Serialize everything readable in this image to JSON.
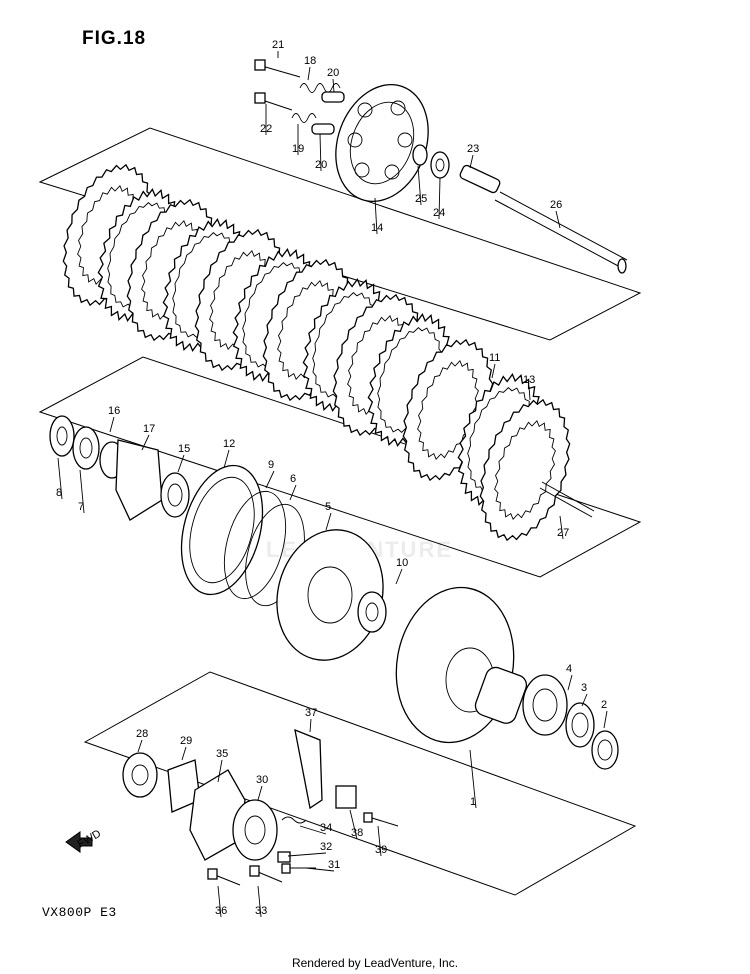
{
  "figure": {
    "title": "FIG.18",
    "model": "VX800P  E3",
    "footer": "Rendered by LeadVenture, Inc.",
    "watermark": "LEADVENTURE",
    "front_marker": "FWD"
  },
  "callouts": [
    {
      "id": "c21",
      "label": "21"
    },
    {
      "id": "c18",
      "label": "18"
    },
    {
      "id": "c20a",
      "label": "20"
    },
    {
      "id": "c22",
      "label": "22"
    },
    {
      "id": "c19",
      "label": "19"
    },
    {
      "id": "c20b",
      "label": "20"
    },
    {
      "id": "c23",
      "label": "23"
    },
    {
      "id": "c25",
      "label": "25"
    },
    {
      "id": "c24",
      "label": "24"
    },
    {
      "id": "c26",
      "label": "26"
    },
    {
      "id": "c14",
      "label": "14"
    },
    {
      "id": "c11",
      "label": "11"
    },
    {
      "id": "c13",
      "label": "13"
    },
    {
      "id": "c16",
      "label": "16"
    },
    {
      "id": "c17",
      "label": "17"
    },
    {
      "id": "c15",
      "label": "15"
    },
    {
      "id": "c12",
      "label": "12"
    },
    {
      "id": "c9",
      "label": "9"
    },
    {
      "id": "c6",
      "label": "6"
    },
    {
      "id": "c5",
      "label": "5"
    },
    {
      "id": "c8",
      "label": "8"
    },
    {
      "id": "c7",
      "label": "7"
    },
    {
      "id": "c27",
      "label": "27"
    },
    {
      "id": "c10",
      "label": "10"
    },
    {
      "id": "c4",
      "label": "4"
    },
    {
      "id": "c3",
      "label": "3"
    },
    {
      "id": "c2",
      "label": "2"
    },
    {
      "id": "c1",
      "label": "1"
    },
    {
      "id": "c37",
      "label": "37"
    },
    {
      "id": "c28",
      "label": "28"
    },
    {
      "id": "c29",
      "label": "29"
    },
    {
      "id": "c35",
      "label": "35"
    },
    {
      "id": "c30",
      "label": "30"
    },
    {
      "id": "c34",
      "label": "34"
    },
    {
      "id": "c38",
      "label": "38"
    },
    {
      "id": "c32",
      "label": "32"
    },
    {
      "id": "c31",
      "label": "31"
    },
    {
      "id": "c39",
      "label": "39"
    },
    {
      "id": "c36",
      "label": "36"
    },
    {
      "id": "c33",
      "label": "33"
    }
  ]
}
